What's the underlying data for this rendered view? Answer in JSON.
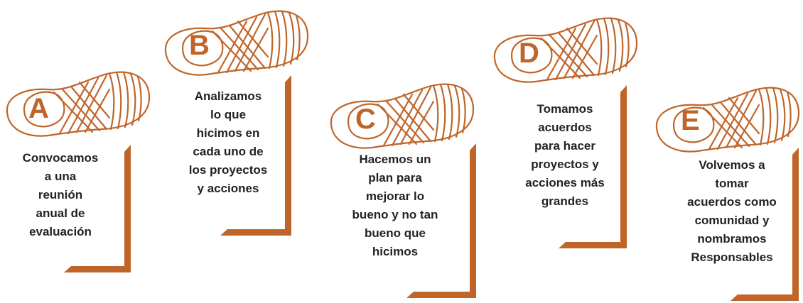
{
  "accent_color": "#c0652a",
  "steps": [
    {
      "letter": "A",
      "icon": "sandal-icon",
      "text": [
        "Convocamos",
        "a una",
        "reunión",
        "anual de",
        "evaluación"
      ]
    },
    {
      "letter": "B",
      "icon": "sandal-icon",
      "text": [
        "Analizamos",
        "lo que",
        "hicimos en",
        "cada uno de",
        "los proyectos",
        "y acciones"
      ]
    },
    {
      "letter": "C",
      "icon": "sandal-icon",
      "text": [
        "Hacemos un",
        "plan para",
        "mejorar lo",
        "bueno y no tan",
        "bueno que",
        "hicimos"
      ]
    },
    {
      "letter": "D",
      "icon": "sandal-icon",
      "text": [
        "Tomamos",
        "acuerdos",
        "para hacer",
        "proyectos y",
        "acciones más",
        "grandes"
      ]
    },
    {
      "letter": "E",
      "icon": "sandal-icon",
      "text": [
        "Volvemos a",
        "tomar",
        "acuerdos como",
        "comunidad y",
        "nombramos",
        "Responsables"
      ]
    }
  ]
}
